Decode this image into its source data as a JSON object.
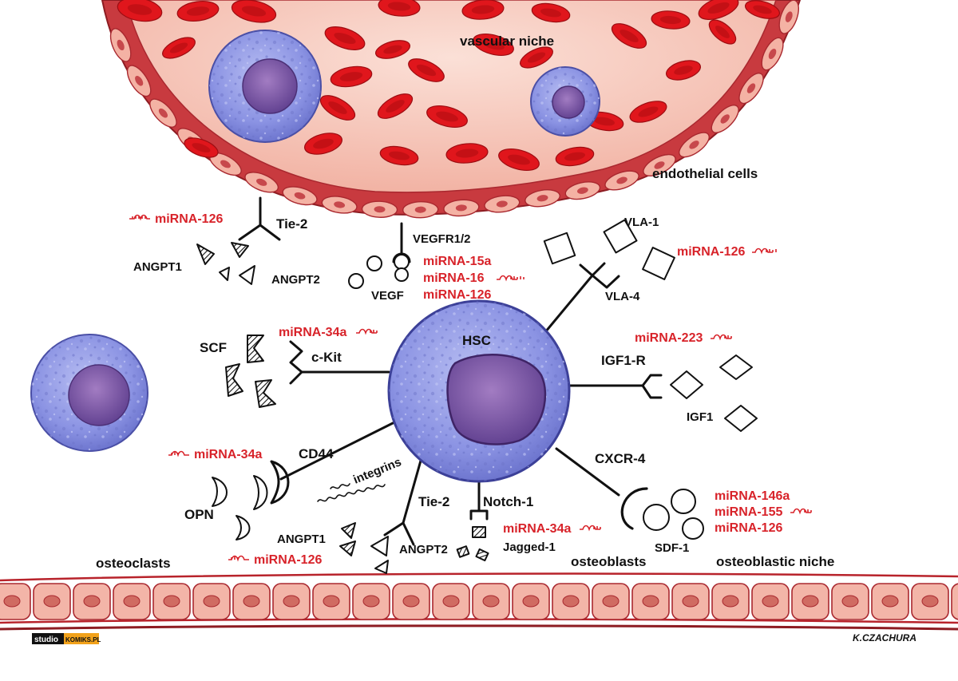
{
  "niche_labels": {
    "vascular_niche": "vascular niche",
    "endothelial_cells": "endothelial cells",
    "osteoclasts": "osteoclasts",
    "osteoblasts": "osteoblasts",
    "osteoblastic_niche": "osteoblastic niche"
  },
  "hsc": {
    "label": "HSC"
  },
  "receptors": {
    "tie2_top": "Tie-2",
    "vegfr": "VEGFR1/2",
    "vla1": "VLA-1",
    "vla4": "VLA-4",
    "ckit": "c-Kit",
    "igf1r": "IGF1-R",
    "cd44": "CD44",
    "integrins": "integrins",
    "tie2_bottom": "Tie-2",
    "notch1": "Notch-1",
    "cxcr4": "CXCR-4"
  },
  "ligands": {
    "angpt1_top": "ANGPT1",
    "angpt2_top": "ANGPT2",
    "vegf": "VEGF",
    "scf": "SCF",
    "igf1": "IGF1",
    "opn": "OPN",
    "angpt1_bottom": "ANGPT1",
    "angpt2_bottom": "ANGPT2",
    "jagged1": "Jagged-1",
    "sdf1": "SDF-1"
  },
  "mirnas": {
    "tie2_top": "miRNA-126",
    "vegf_1": "miRNA-15a",
    "vegf_2": "miRNA-16",
    "vegf_3": "miRNA-126",
    "vla": "miRNA-126",
    "ckit": "miRNA-34a",
    "igf": "miRNA-223",
    "cd44": "miRNA-34a",
    "tie2_bottom": "miRNA-126",
    "notch": "miRNA-34a",
    "cxcr4_1": "miRNA-146a",
    "cxcr4_2": "miRNA-155",
    "cxcr4_3": "miRNA-126"
  },
  "logo": {
    "left": "studio",
    "right": "KOMIKS.PL"
  },
  "signature": "K.CZACHURA",
  "colors": {
    "vessel": "#f6c3b6",
    "vessel_edge": "#b8232b",
    "rbc": "#e0161c",
    "cell": "#8d96e4",
    "nucleus": "#7a5aa8",
    "mirna": "#d8232a",
    "bone_cell": "#f3b5a8"
  }
}
